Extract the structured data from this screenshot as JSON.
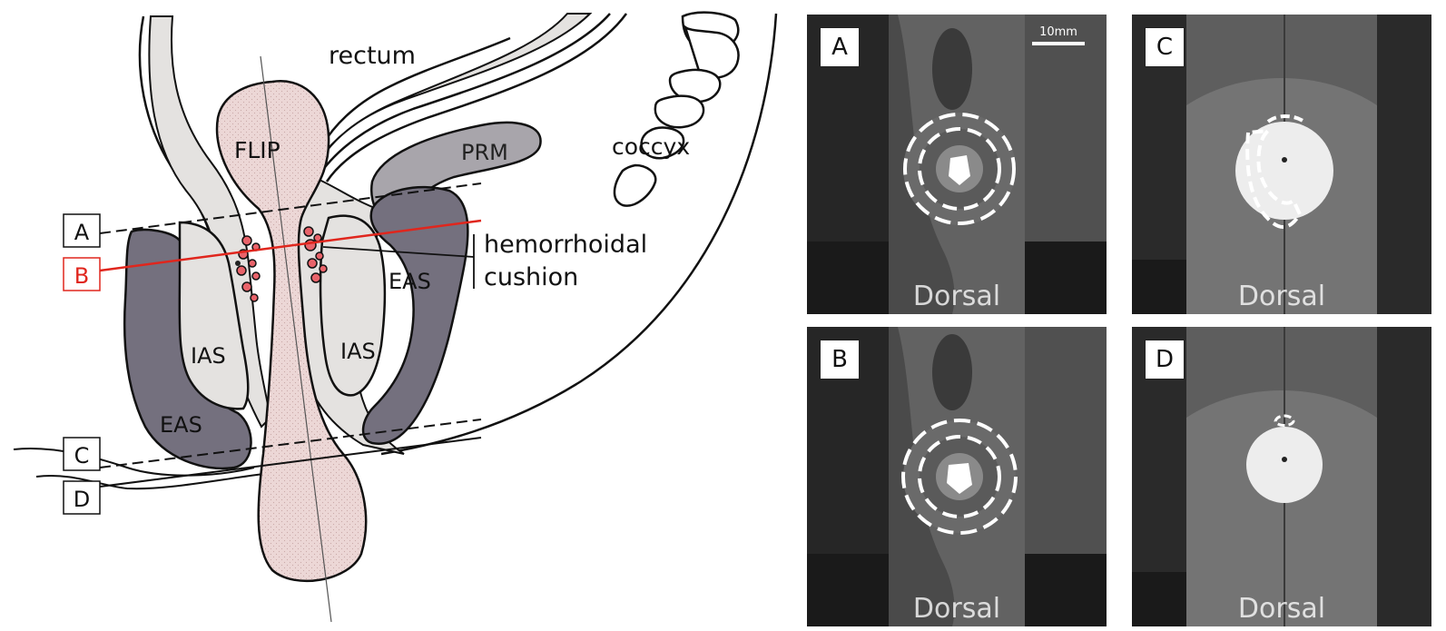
{
  "diagram": {
    "labels": {
      "rectum": "rectum",
      "flip": "FLIP",
      "prm": "PRM",
      "coccyx": "coccyx",
      "eas_right": "EAS",
      "eas_left": "EAS",
      "ias_left": "IAS",
      "ias_right": "IAS",
      "hemorrhoidal_1": "hemorrhoidal",
      "hemorrhoidal_2": "cushion"
    },
    "planes": [
      {
        "id": "A",
        "color": "#111111",
        "style": "dashed"
      },
      {
        "id": "B",
        "color": "#e0261d",
        "style": "solid"
      },
      {
        "id": "C",
        "color": "#111111",
        "style": "dashed"
      },
      {
        "id": "D",
        "color": "#111111",
        "style": "solid"
      }
    ]
  },
  "scans": [
    {
      "label": "A",
      "caption": "Dorsal",
      "scale": "10mm"
    },
    {
      "label": "C",
      "caption": "Dorsal"
    },
    {
      "label": "B",
      "caption": "Dorsal"
    },
    {
      "label": "D",
      "caption": "Dorsal"
    }
  ],
  "colors": {
    "flip": "#ecd7d6",
    "muscle_dark": "#74707e",
    "muscle_mid": "#a8a5ab",
    "mucosa": "#e4e2e0",
    "hemorrhoid": "#e8636a",
    "plane_b": "#e0261d"
  }
}
